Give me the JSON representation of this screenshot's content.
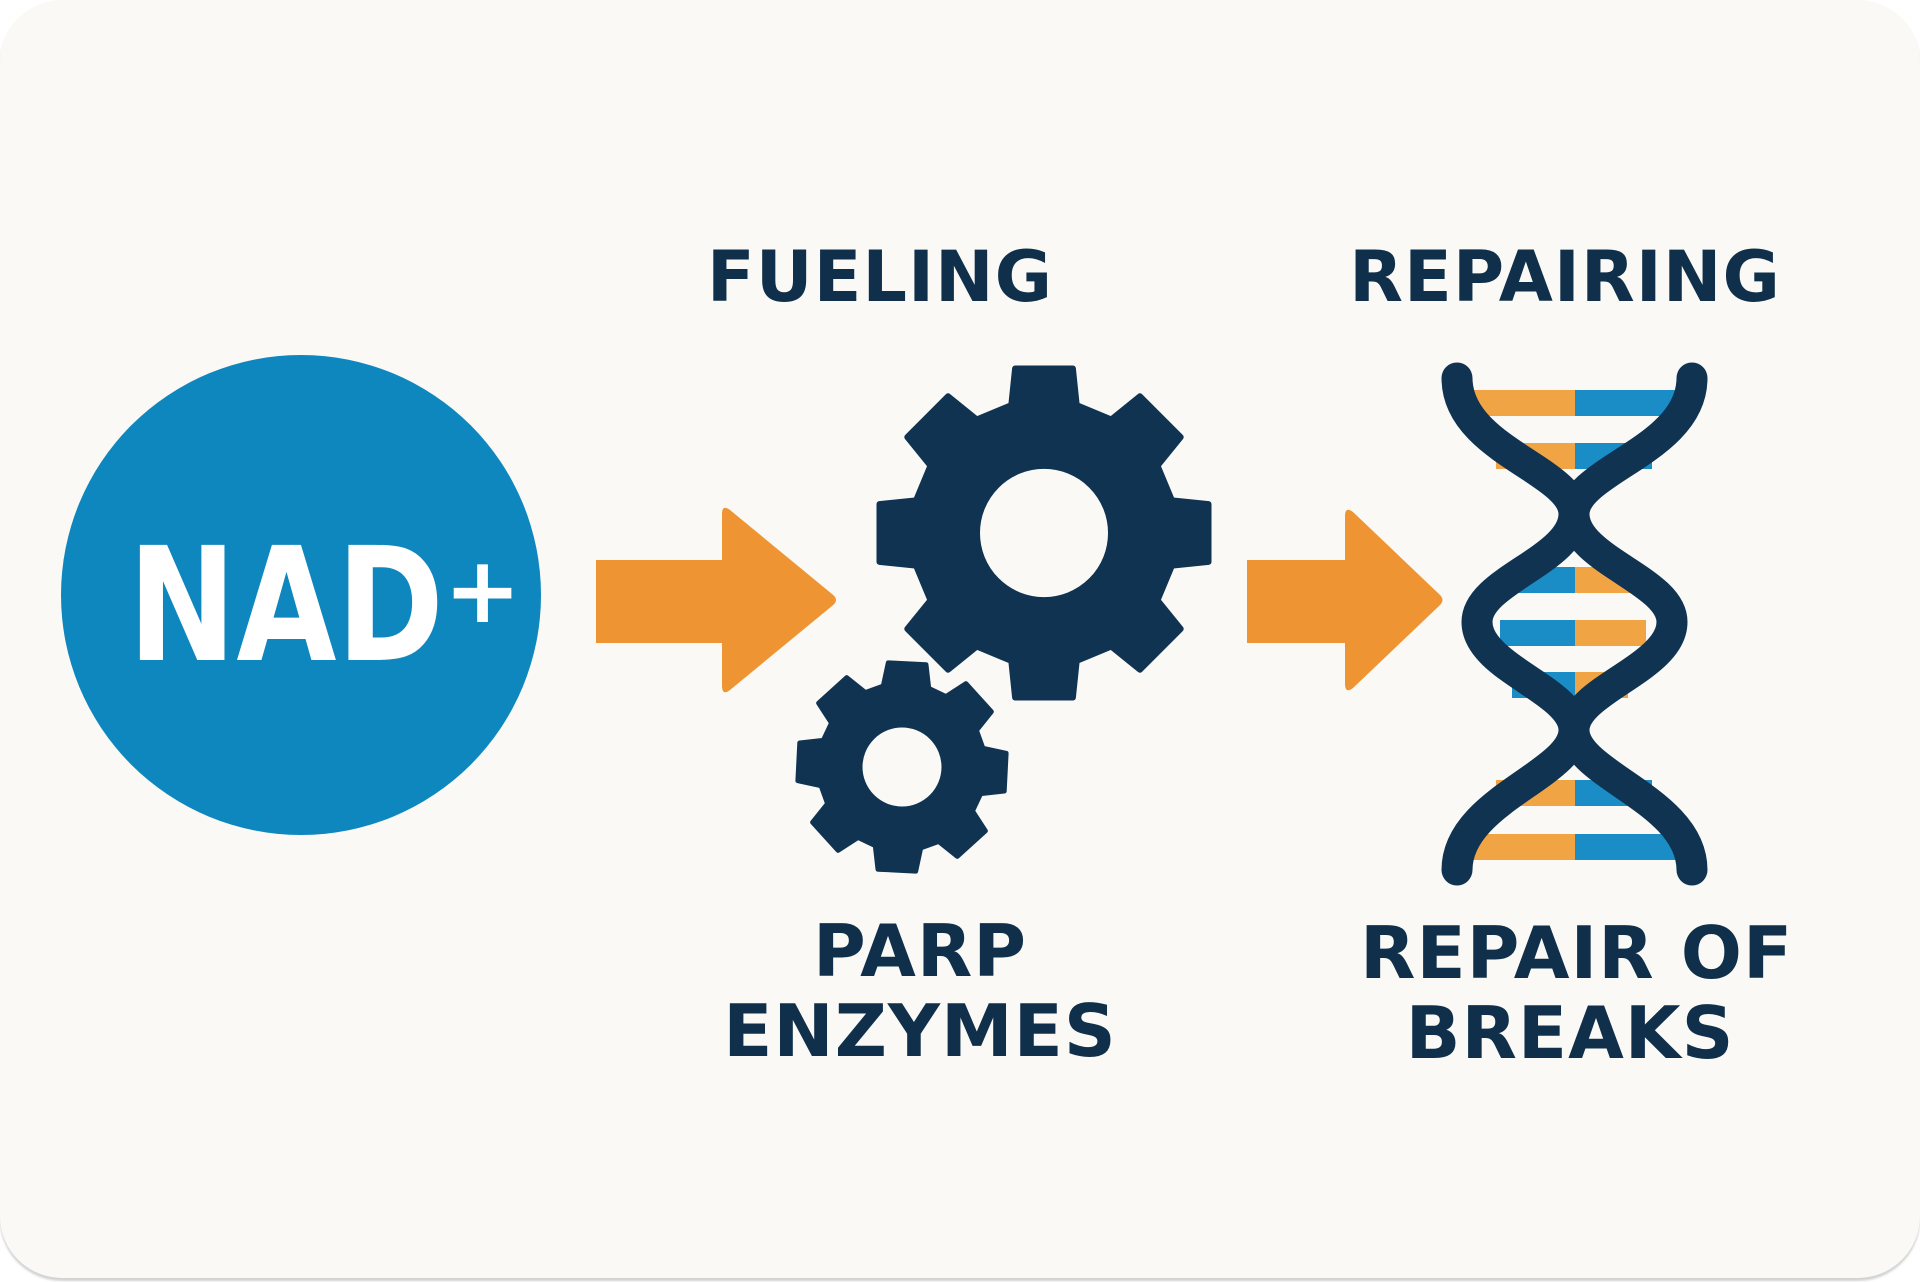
{
  "diagram": {
    "title": "NAD+ fuels PARP enzymes to repair DNA breaks",
    "source_node": {
      "label": "NAD",
      "superscript": "+",
      "fill": "#0e87bf",
      "text_color": "#ffffff"
    },
    "steps": [
      {
        "heading": "FUELING",
        "caption_lines": [
          "PARP",
          "ENZYMES"
        ],
        "icon": "gears-icon"
      },
      {
        "heading": "REPAIRING",
        "caption_lines": [
          "REPAIR OF",
          "BREAKS"
        ],
        "icon": "dna-icon"
      }
    ],
    "arrows": [
      {
        "from": "NAD+",
        "to": "PARP ENZYMES"
      },
      {
        "from": "PARP ENZYMES",
        "to": "REPAIR OF BREAKS"
      }
    ],
    "colors": {
      "background": "#faf9f6",
      "navy": "#0f3350",
      "text": "#0f2f4a",
      "orange_arrow": "#ef9432",
      "rung_orange": "#f0a444",
      "rung_blue": "#1a8cc6"
    },
    "dna_rungs": [
      {
        "left": "orange",
        "right": "blue"
      },
      {
        "left": "orange",
        "right": "blue"
      },
      {
        "left": "blue",
        "right": "orange"
      },
      {
        "left": "blue",
        "right": "orange"
      },
      {
        "left": "blue",
        "right": "orange"
      },
      {
        "left": "orange",
        "right": "blue"
      },
      {
        "left": "orange",
        "right": "blue"
      }
    ]
  }
}
